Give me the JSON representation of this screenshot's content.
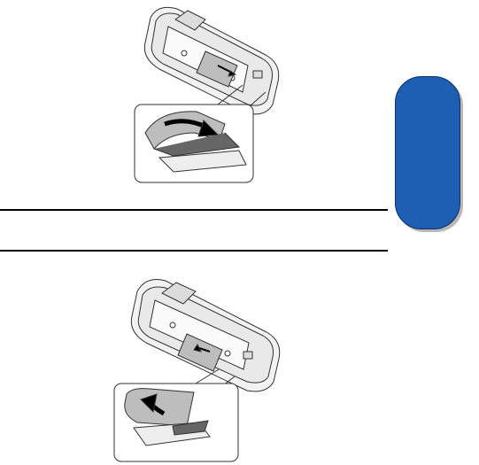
{
  "page": {
    "background": "#ffffff",
    "tab_color": "#1f5fb3",
    "tab_border_color": "#0b2f66",
    "rule_color": "#000000"
  },
  "figures": [
    {
      "name": "phone-back-sim-insert-illustration",
      "arrow_direction": "down-right"
    },
    {
      "name": "phone-back-sim-remove-illustration",
      "arrow_direction": "left-up"
    }
  ]
}
